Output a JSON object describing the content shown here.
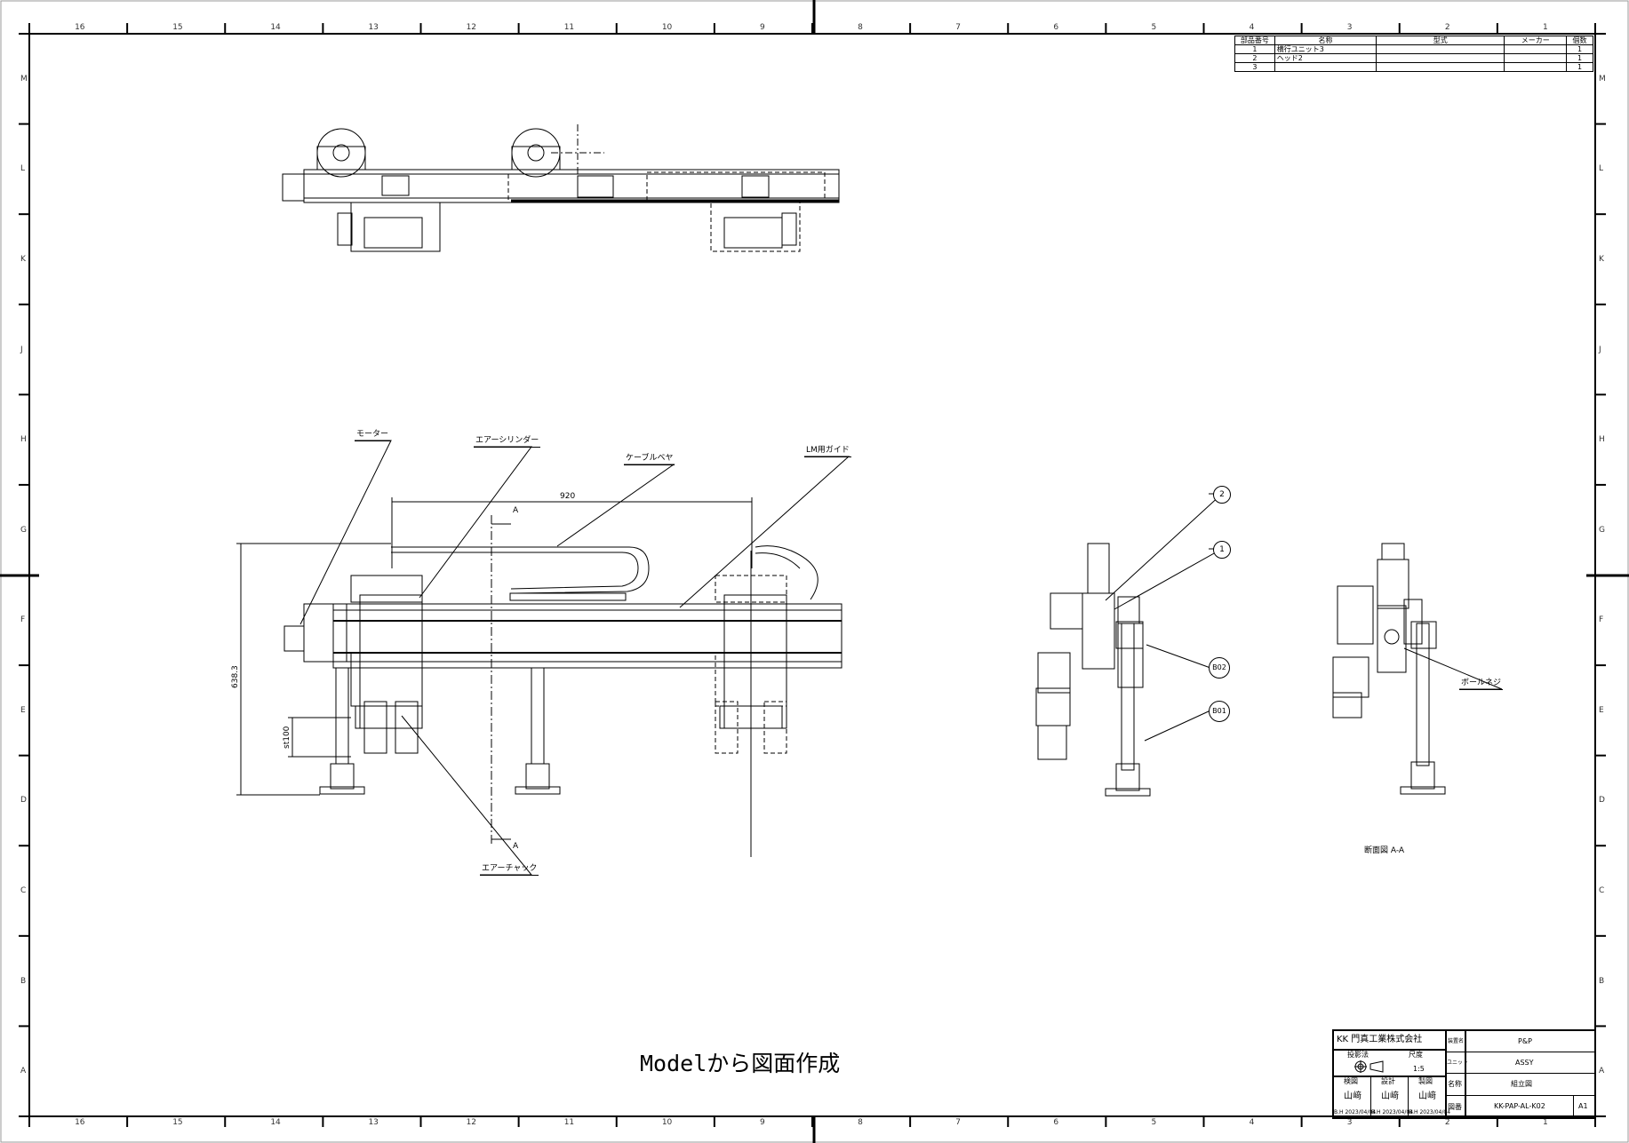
{
  "sheet": {
    "column_numbers": [
      "16",
      "15",
      "14",
      "13",
      "12",
      "11",
      "10",
      "9",
      "8",
      "7",
      "6",
      "5",
      "4",
      "3",
      "2",
      "1"
    ],
    "row_letters": [
      "M",
      "L",
      "K",
      "J",
      "H",
      "G",
      "F",
      "E",
      "D",
      "C",
      "B",
      "A"
    ]
  },
  "parts_list": {
    "headers": [
      "部品番号",
      "名称",
      "型式",
      "メーカー",
      "個数"
    ],
    "rows": [
      {
        "no": "1",
        "name": "横行ユニット3",
        "model": "",
        "maker": "",
        "qty": "1"
      },
      {
        "no": "2",
        "name": "ヘッド2",
        "model": "",
        "maker": "",
        "qty": "1"
      },
      {
        "no": "3",
        "name": "",
        "model": "",
        "maker": "",
        "qty": "1"
      }
    ]
  },
  "annotations": {
    "motor": "モーター",
    "air_cylinder": "エアーシリンダー",
    "cable_bear": "ケーブルベヤ",
    "lm_guide": "LM用ガイド",
    "air_chuck": "エアーチャック",
    "ball_screw": "ボールネジ"
  },
  "dimensions": {
    "width_920": "920",
    "height_638": "638.3",
    "stroke": "st100"
  },
  "section_marks": {
    "a_top": "A",
    "a_bottom": "A"
  },
  "balloons": {
    "b2": "2",
    "b1": "1",
    "b802": "B02",
    "b801": "B01"
  },
  "section_title": "断面図 A-A",
  "caption": "Modelから図面作成",
  "title_block": {
    "company": "KK 門真工業株式会社",
    "projection_label": "投影法",
    "scale_label": "尺度",
    "scale_value": "1:5",
    "checked_label": "検図",
    "designed_label": "設計",
    "drawn_label": "製図",
    "checked_by": "山﨑",
    "designed_by": "山﨑",
    "drawn_by": "山﨑",
    "date1": "B.H 2023/04/04",
    "date2": "B.H 2023/04/04",
    "date3": "B.H 2023/04/04",
    "equipment_label": "装置名",
    "equipment": "P&P",
    "unit_label": "ユニット",
    "unit": "ASSY",
    "name_label": "名称",
    "name": "組立図",
    "drawing_no_label": "図番",
    "drawing_no": "KK-PAP-AL-K02",
    "sheet_size": "A1"
  }
}
